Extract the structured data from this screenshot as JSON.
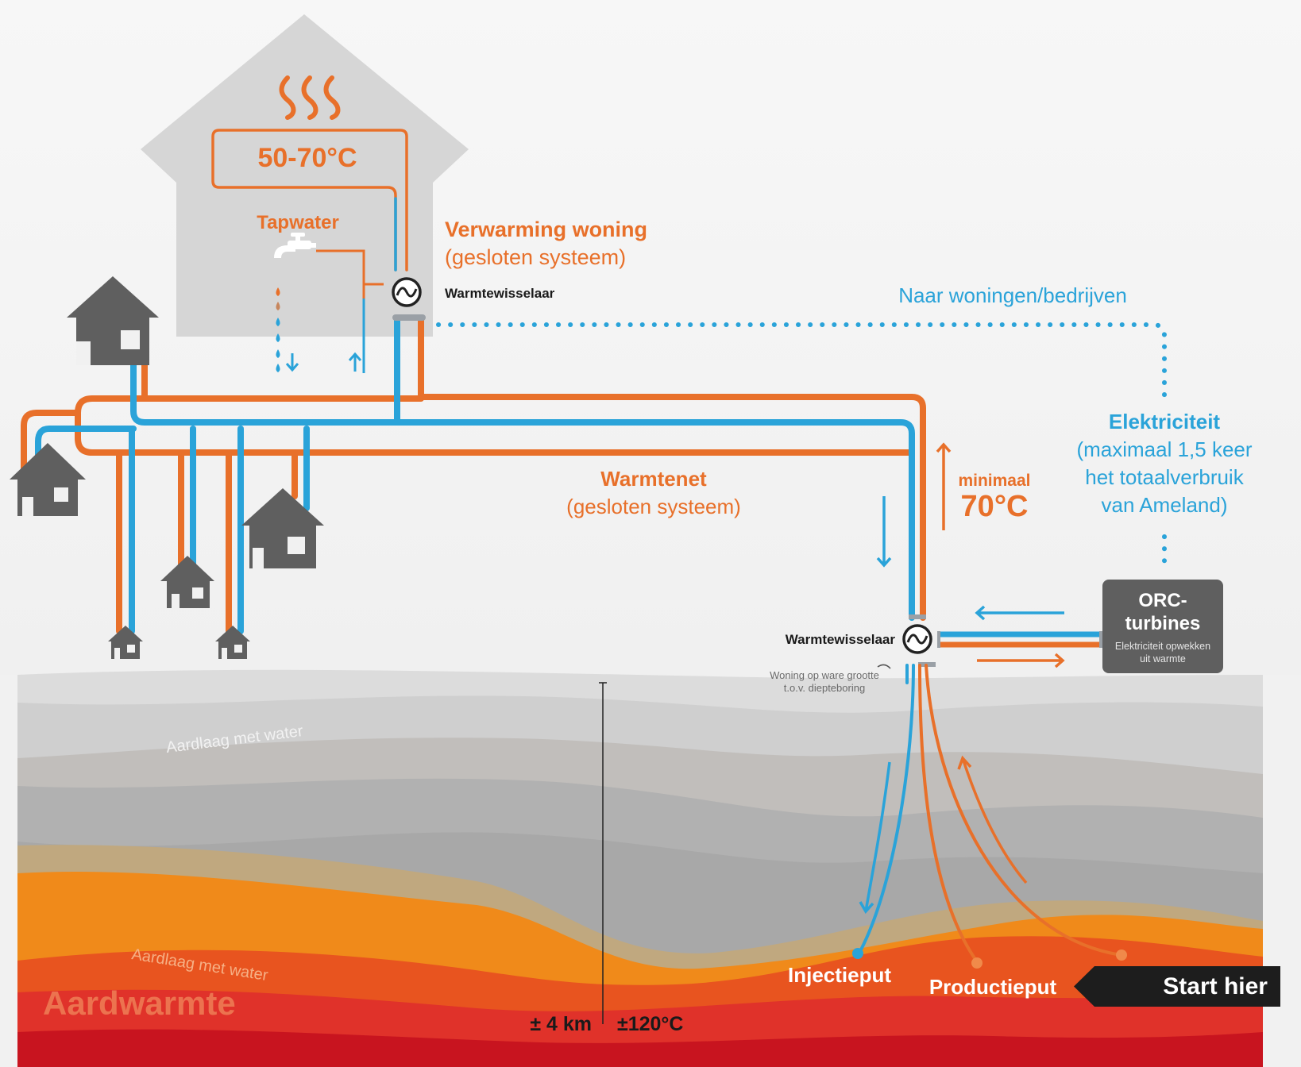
{
  "house": {
    "temperature": "50-70°C",
    "tapwater_label": "Tapwater",
    "heating_title": "Verwarming woning",
    "heating_subtitle": "(gesloten systeem)",
    "exchanger_label": "Warmtewisselaar"
  },
  "network": {
    "title": "Warmtenet",
    "subtitle": "(gesloten systeem)",
    "min_label": "minimaal",
    "min_temp": "70°C"
  },
  "electricity": {
    "to_label": "Naar woningen/bedrijven",
    "title": "Elektriciteit",
    "line1": "(maximaal 1,5 keer",
    "line2": "het totaalverbruik",
    "line3": "van Ameland)"
  },
  "orc": {
    "title1": "ORC-",
    "title2": "turbines",
    "desc1": "Elektriciteit opwekken",
    "desc2": "uit warmte"
  },
  "plant": {
    "exchanger_label": "Warmtewisselaar",
    "scale_note1": "Woning op ware grootte",
    "scale_note2": "t.o.v. diepteboring"
  },
  "ground": {
    "layer_top": "Aardlaag met water",
    "layer_bottom": "Aardlaag met water",
    "geothermal": "Aardwarmte",
    "depth": "± 4 km",
    "temp": "±120°C"
  },
  "wells": {
    "injection": "Injectieput",
    "production": "Productieput"
  },
  "start_button": "Start hier",
  "colors": {
    "orange": "#e8702a",
    "blue": "#2aa3d9",
    "house_grey": "#5f5f5f",
    "big_house": "#d6d6d6"
  }
}
